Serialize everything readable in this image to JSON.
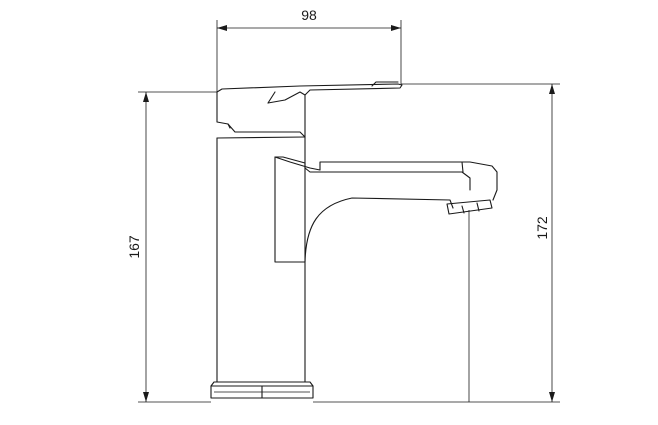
{
  "dimensions": {
    "width_label": "98",
    "left_height_label": "167",
    "right_height_label": "172"
  },
  "colors": {
    "line": "#1a1a1a",
    "background": "#ffffff"
  }
}
